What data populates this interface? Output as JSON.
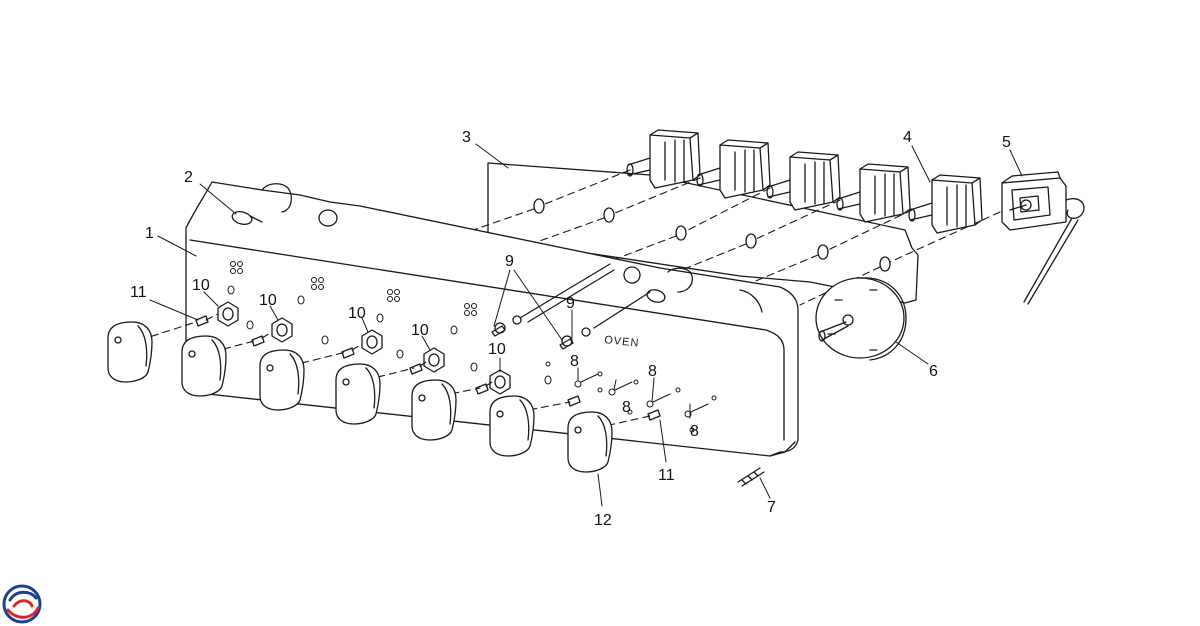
{
  "diagram": {
    "panel_label": "OVEN",
    "callouts": [
      {
        "id": "c1",
        "text": "1"
      },
      {
        "id": "c2",
        "text": "2"
      },
      {
        "id": "c3",
        "text": "3"
      },
      {
        "id": "c4",
        "text": "4"
      },
      {
        "id": "c5",
        "text": "5"
      },
      {
        "id": "c6",
        "text": "6"
      },
      {
        "id": "c7",
        "text": "7"
      },
      {
        "id": "c8a",
        "text": "8"
      },
      {
        "id": "c8b",
        "text": "8"
      },
      {
        "id": "c8c",
        "text": "8"
      },
      {
        "id": "c8d",
        "text": "8"
      },
      {
        "id": "c9a",
        "text": "9"
      },
      {
        "id": "c9b",
        "text": "9"
      },
      {
        "id": "c10a",
        "text": "10"
      },
      {
        "id": "c10b",
        "text": "10"
      },
      {
        "id": "c10c",
        "text": "10"
      },
      {
        "id": "c10d",
        "text": "10"
      },
      {
        "id": "c10e",
        "text": "10"
      },
      {
        "id": "c11a",
        "text": "11"
      },
      {
        "id": "c11b",
        "text": "11"
      },
      {
        "id": "c12",
        "text": "12"
      }
    ]
  },
  "colors": {
    "line": "#1a1a1a",
    "logo_blue": "#1f3f8f",
    "logo_red": "#d42a2a"
  }
}
